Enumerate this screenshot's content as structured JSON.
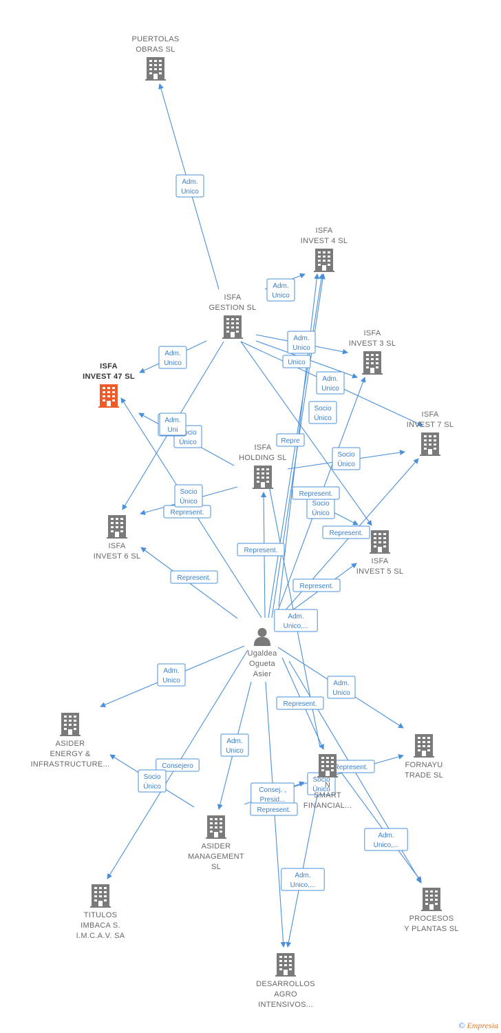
{
  "colors": {
    "edge": "#4a8fd9",
    "building": "#7a7a7a",
    "building_highlight": "#f05a28",
    "person": "#7a7a7a"
  },
  "nodes": [
    {
      "id": "puertolas",
      "type": "company",
      "lines": [
        "PUERTOLAS",
        "OBRAS  SL"
      ]
    },
    {
      "id": "isfa_gestion",
      "type": "company",
      "lines": [
        "ISFA",
        "GESTION  SL"
      ]
    },
    {
      "id": "isfa_invest4",
      "type": "company",
      "lines": [
        "ISFA",
        "INVEST 4  SL"
      ]
    },
    {
      "id": "isfa_invest3",
      "type": "company",
      "lines": [
        "ISFA",
        "INVEST 3  SL"
      ]
    },
    {
      "id": "isfa_invest47",
      "type": "company",
      "highlight": true,
      "lines": [
        "ISFA",
        "INVEST 47  SL"
      ]
    },
    {
      "id": "isfa_invest7",
      "type": "company",
      "lines": [
        "ISFA",
        "INVEST 7  SL"
      ]
    },
    {
      "id": "isfa_holding",
      "type": "company",
      "lines": [
        "ISFA",
        "HOLDING  SL"
      ]
    },
    {
      "id": "isfa_invest6",
      "type": "company",
      "lines": [
        "ISFA",
        "INVEST 6  SL"
      ]
    },
    {
      "id": "isfa_invest5",
      "type": "company",
      "lines": [
        "ISFA",
        "INVEST 5  SL"
      ]
    },
    {
      "id": "person",
      "type": "person",
      "lines": [
        "Ugaldea",
        "Ogueta",
        "Asier"
      ]
    },
    {
      "id": "asider_energy",
      "type": "company",
      "lines": [
        "ASIDER",
        "ENERGY &",
        "INFRASTRUCTURE..."
      ]
    },
    {
      "id": "fornayu",
      "type": "company",
      "lines": [
        "FORNAYU",
        "TRADE  SL"
      ]
    },
    {
      "id": "smart_financial",
      "type": "company",
      "lines": [
        "N",
        "SMART",
        "FINANCIAL..."
      ]
    },
    {
      "id": "asider_mgmt",
      "type": "company",
      "lines": [
        "ASIDER",
        "MANAGEMENT",
        "SL"
      ]
    },
    {
      "id": "titulos",
      "type": "company",
      "lines": [
        "TITULOS",
        "IMBACA S.",
        "I.M.C.A.V. SA"
      ]
    },
    {
      "id": "procesos",
      "type": "company",
      "lines": [
        "PROCESOS",
        "Y PLANTAS  SL"
      ]
    },
    {
      "id": "desarrollos",
      "type": "company",
      "lines": [
        "DESARROLLOS",
        "AGRO",
        "INTENSIVOS..."
      ]
    }
  ],
  "edge_labels": [
    [
      "Adm.",
      "Unico"
    ],
    [
      "Adm.",
      "Unico"
    ],
    [
      "Adm.",
      "Unico"
    ],
    [
      "Adm.",
      "Unico"
    ],
    [
      "Unico"
    ],
    [
      "Adm.",
      "Unico"
    ],
    [
      "Socio",
      "Único"
    ],
    [
      "Adm.",
      "Unico"
    ],
    [
      "Adm.",
      "Uni"
    ],
    [
      "Socio",
      "Único"
    ],
    [
      "Repre"
    ],
    [
      "Socio",
      "Único"
    ],
    [
      "Socio",
      "Único"
    ],
    [
      "Represent."
    ],
    [
      "Represent."
    ],
    [
      "Socio",
      "Único"
    ],
    [
      "Represent."
    ],
    [
      "Represent."
    ],
    [
      "Represent."
    ],
    [
      "Represent."
    ],
    [
      "Adm.",
      "Unico,..."
    ],
    [
      "Adm.",
      "Unico"
    ],
    [
      "Adm.",
      "Unico"
    ],
    [
      "Represent."
    ],
    [
      "Adm.",
      "Unico"
    ],
    [
      "Consejero"
    ],
    [
      "Socio",
      "Único"
    ],
    [
      "Represent."
    ],
    [
      "Socio",
      "Único"
    ],
    [
      "Consej. ,",
      "Presid..."
    ],
    [
      "Represent."
    ],
    [
      "Adm.",
      "Unico,..."
    ],
    [
      "Adm.",
      "Unico,..."
    ]
  ],
  "footer": {
    "copyright": "©",
    "brand": "Empresia"
  }
}
